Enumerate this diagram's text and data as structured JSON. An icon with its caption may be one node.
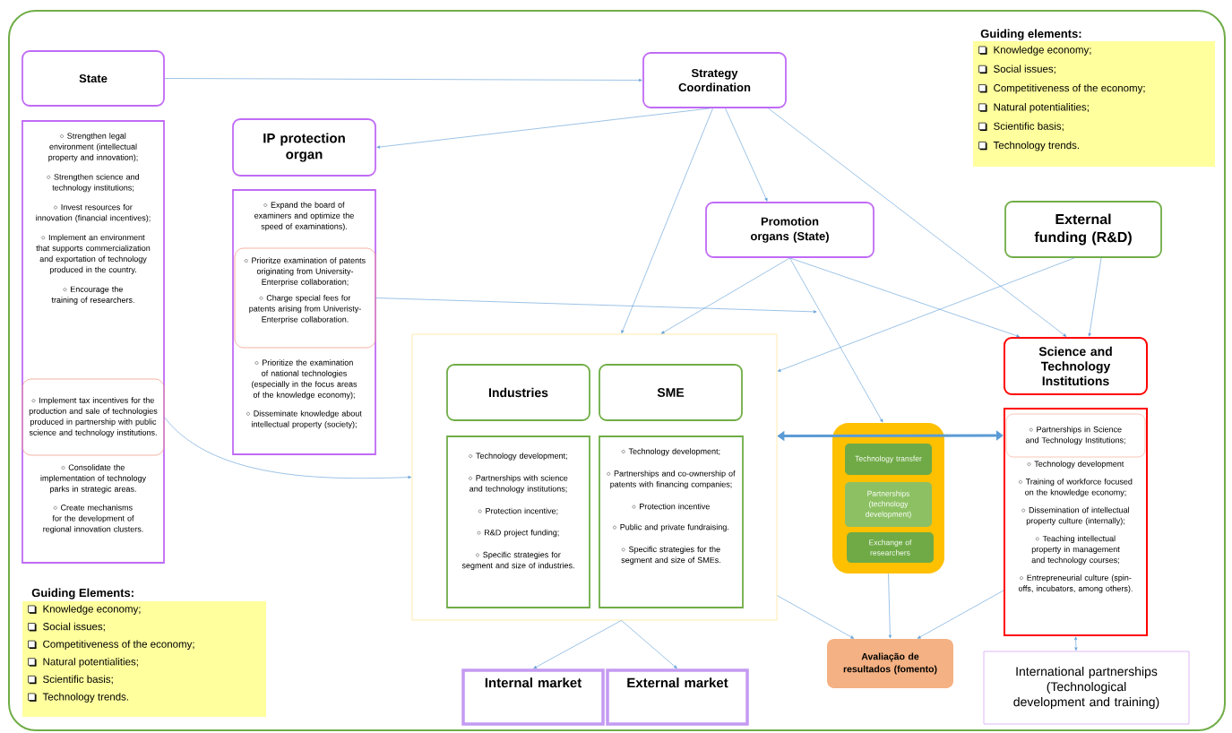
{
  "diagram": {
    "nodes": [
      {
        "text": [
          "State"
        ]
      },
      {
        "text": [
          "Strengthen legal environment (intellectual property and innovation);",
          "Strengthen science and technology institutions;",
          "Invest resources for innovation (financial incentives);",
          "Implement an environment that supports commercialization and exportation of technology produced in the country.",
          "Encourage the training of researchers.",
          "Consolidate the implementation of technology parks in strategic areas.",
          "Create mechanisms for the development of regional innovation clusters."
        ]
      },
      {
        "text": [
          "Implement tax incentives for the production and sale of technologies produced in partnership with public science and technology institutions."
        ],
        "in": 1
      },
      {
        "text": [
          "IP protection organ"
        ]
      },
      {
        "text": [
          "Expand the board of examiners and optimize the speed of examinations).",
          "Prioritize the examination of national technologies (especially in the focus areas of the knowledge economy);",
          "Disseminate knowledge about intellectual property (society);"
        ]
      },
      {
        "text": [
          "Prioritze examination of patents originating from University-Enterprise collaboration;",
          "Charge special fees for patents arising from Univeristy-Enterprise collaboration."
        ],
        "in": 4
      },
      {
        "text": [
          "Strategy Coordination"
        ]
      },
      {
        "text": [
          "Promotion organs (State)"
        ]
      },
      {
        "text": [
          "External funding (R&D)"
        ]
      },
      {
        "text": [],
        "shape": "box"
      },
      {
        "text": [
          "Industries"
        ],
        "in": 9
      },
      {
        "text": [
          "SME"
        ],
        "in": 9
      },
      {
        "text": [
          "Technology development;",
          "Partnerships with science and technology institutions;",
          "Protection incentive;",
          "R&D project funding;",
          "Specific strategies for segment and size of industries."
        ],
        "in": 9
      },
      {
        "text": [
          "Technology development;",
          "Partnerships and co-ownership of patents with financing companies;",
          "Protection incentive",
          "Public and private fundraising.",
          "Specific strategies for the segment and size of SMEs."
        ],
        "in": 9
      },
      {
        "text": [],
        "shape": "box"
      },
      {
        "text": [
          "Technology transfer"
        ],
        "in": 14
      },
      {
        "text": [
          "Partnerships (technology development)"
        ],
        "in": 14
      },
      {
        "text": [
          "Exchange of researchers"
        ],
        "in": 14
      },
      {
        "text": [
          "Science and Technology Institutions"
        ]
      },
      {
        "text": [
          "Technology development",
          "Training of workforce focused on the knowledge economy;",
          "Dissemination of intellectual property culture (internally);",
          "Teaching intellectual property in management and technology courses;",
          "Entrepreneurial culture (spin-offs, incubators, among others)."
        ]
      },
      {
        "text": [
          "Partnerships in Science and Technology Institutions;"
        ],
        "in": 19
      },
      {
        "text": [
          "Avaliação de resultados (fomento)"
        ]
      },
      {
        "text": [
          "International partnerships (Technological development and training)"
        ]
      },
      {
        "text": [
          "Internal market"
        ]
      },
      {
        "text": [
          "External market"
        ]
      },
      {
        "text": [
          "Guiding elements:",
          "Knowledge economy;",
          "Social issues;",
          "Competitiveness of the economy;",
          "Natural potentialities;",
          "Scientific basis;",
          "Technology trends."
        ]
      },
      {
        "text": [
          "Guiding Elements:",
          "Knowledge economy;",
          "Social issues;",
          "Competitiveness of the economy;",
          "Natural potentialities;",
          "Scientific basis;",
          "Technology trends."
        ]
      }
    ],
    "edges": [
      {
        "from": 0,
        "to": 6,
        "arrow": "to"
      },
      {
        "from": 6,
        "to": 3,
        "arrow": "to"
      },
      {
        "from": 6,
        "to": 7,
        "arrow": "to"
      },
      {
        "from": 6,
        "to": 9,
        "arrow": "to"
      },
      {
        "from": 6,
        "to": 18,
        "arrow": "to"
      },
      {
        "from": 7,
        "to": 9,
        "arrow": "to"
      },
      {
        "from": 7,
        "to": 14,
        "arrow": "to"
      },
      {
        "from": 7,
        "to": 18,
        "arrow": "to"
      },
      {
        "from": 8,
        "to": 9,
        "arrow": "to"
      },
      {
        "from": 8,
        "to": 18,
        "arrow": "to"
      },
      {
        "from": 5,
        "to": null,
        "arrow": "to"
      },
      {
        "from": 2,
        "to": 9,
        "arrow": "to"
      },
      {
        "from": 9,
        "to": 19,
        "arrow": "both",
        "style": "thick"
      },
      {
        "from": 9,
        "to": 21,
        "arrow": "to"
      },
      {
        "from": 14,
        "to": 21,
        "arrow": "to"
      },
      {
        "from": 19,
        "to": 21,
        "arrow": "to"
      },
      {
        "from": 19,
        "to": 22,
        "arrow": "both"
      },
      {
        "from": 9,
        "to": 23,
        "arrow": "to"
      },
      {
        "from": 9,
        "to": 24,
        "arrow": "to"
      }
    ]
  }
}
